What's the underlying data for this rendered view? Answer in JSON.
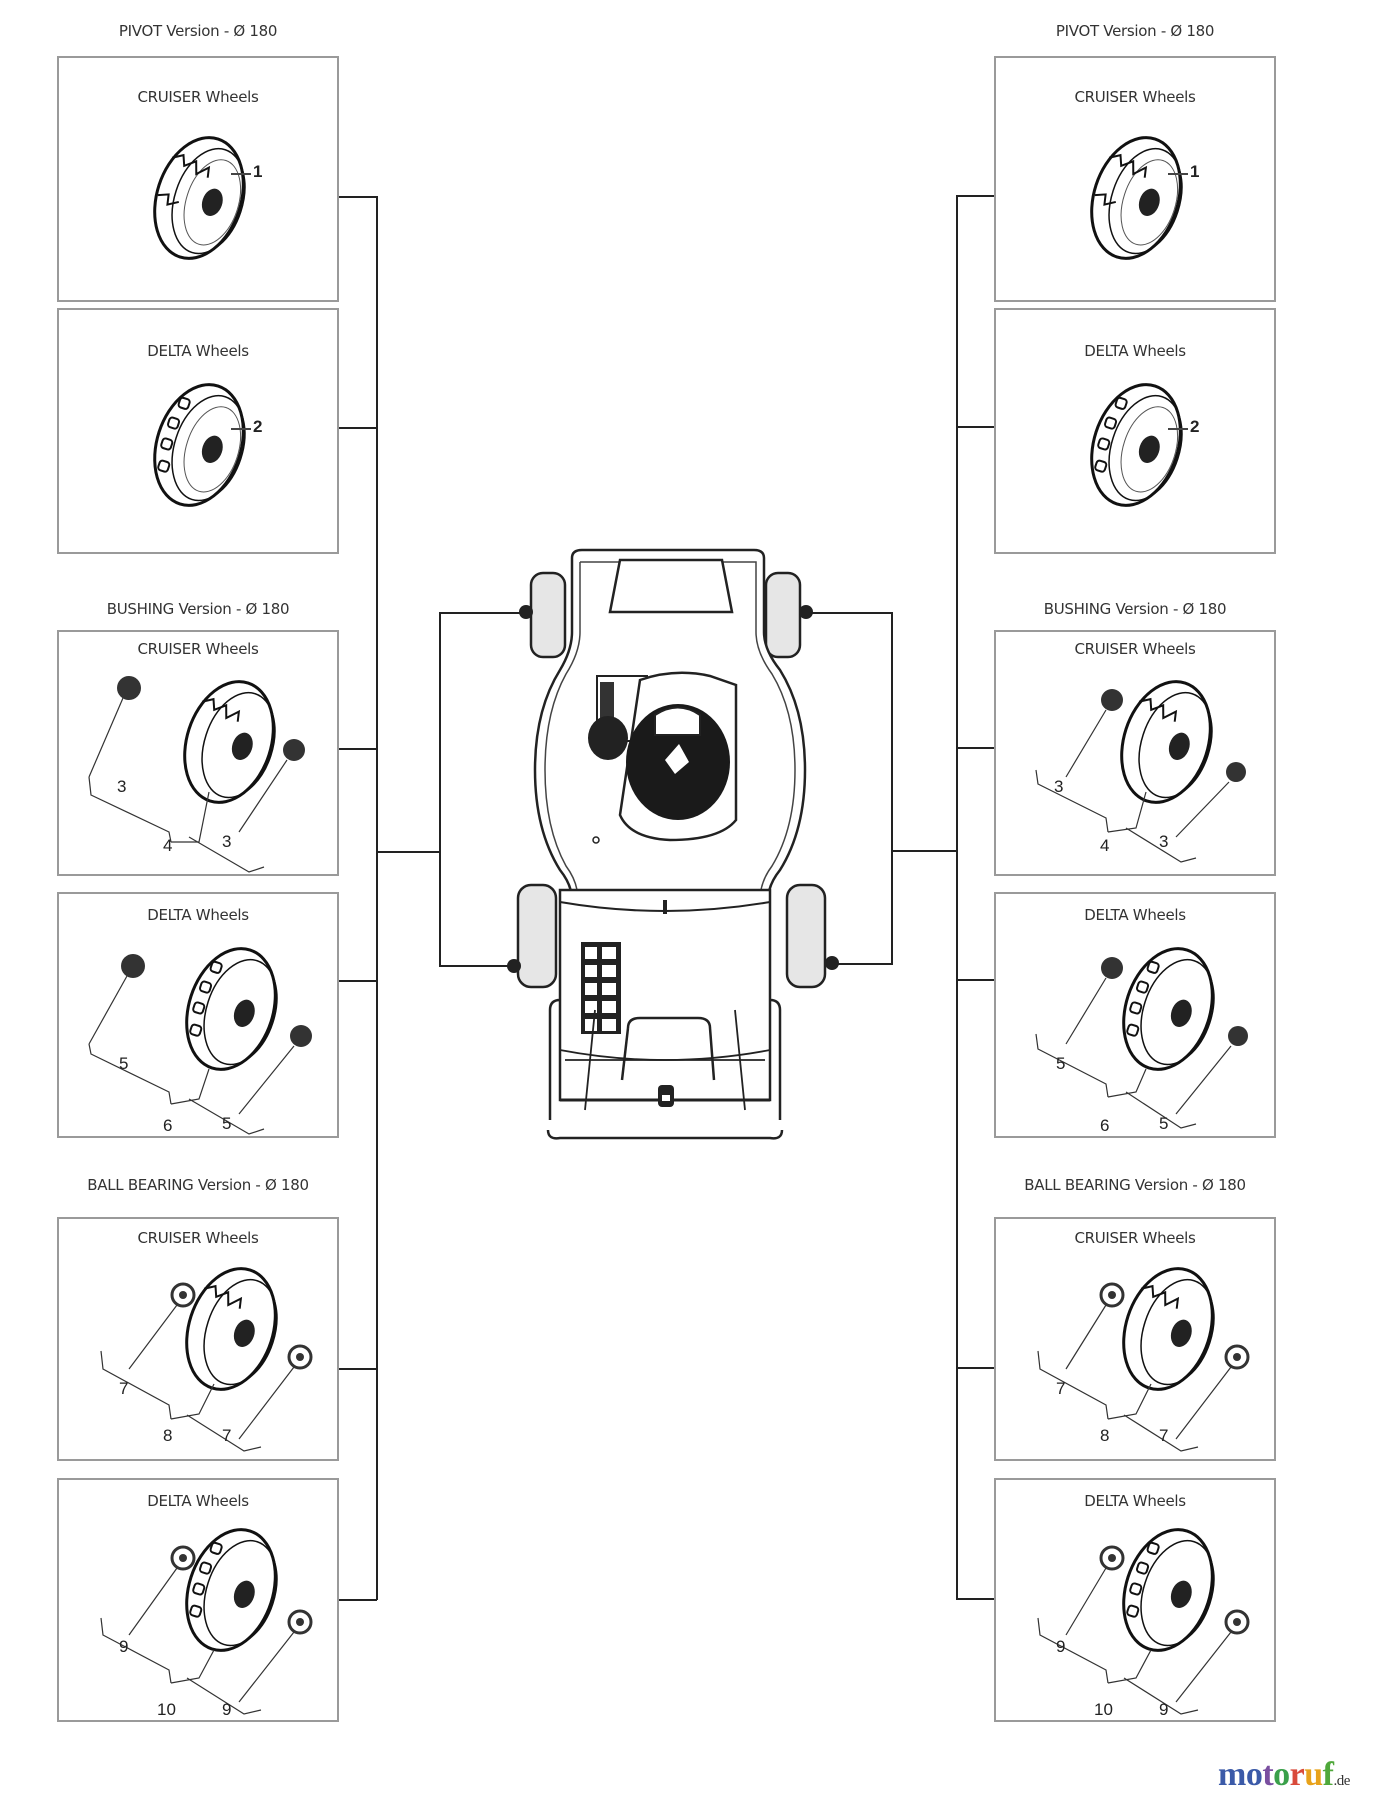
{
  "diagram": {
    "type": "exploded-parts-diagram",
    "subject": "lawn mower wheel options (top view)"
  },
  "left": {
    "sections": [
      {
        "title": "PIVOT Version - Ø 180",
        "panels": [
          {
            "title": "CRUISER Wheels",
            "style": "cruiser",
            "hub": "none",
            "callouts": [
              "1"
            ]
          },
          {
            "title": "DELTA Wheels",
            "style": "delta",
            "hub": "none",
            "callouts": [
              "2"
            ]
          }
        ]
      },
      {
        "title": "BUSHING Version - Ø 180",
        "panels": [
          {
            "title": "CRUISER Wheels",
            "style": "cruiser",
            "hub": "bushing",
            "callouts": [
              "3",
              "4",
              "3"
            ]
          },
          {
            "title": "DELTA Wheels",
            "style": "delta",
            "hub": "bushing",
            "callouts": [
              "5",
              "6",
              "5"
            ]
          }
        ]
      },
      {
        "title": "BALL BEARING Version - Ø 180",
        "panels": [
          {
            "title": "CRUISER Wheels",
            "style": "cruiser",
            "hub": "bearing",
            "callouts": [
              "7",
              "8",
              "7"
            ]
          },
          {
            "title": "DELTA Wheels",
            "style": "delta",
            "hub": "bearing",
            "callouts": [
              "9",
              "10",
              "9"
            ]
          }
        ]
      }
    ]
  },
  "right": {
    "sections": [
      {
        "title": "PIVOT Version - Ø 180",
        "panels": [
          {
            "title": "CRUISER Wheels",
            "style": "cruiser",
            "hub": "none",
            "callouts": [
              "1"
            ]
          },
          {
            "title": "DELTA Wheels",
            "style": "delta",
            "hub": "none",
            "callouts": [
              "2"
            ]
          }
        ]
      },
      {
        "title": "BUSHING Version - Ø 180",
        "panels": [
          {
            "title": "CRUISER Wheels",
            "style": "cruiser",
            "hub": "bushing",
            "callouts": [
              "3",
              "4",
              "3"
            ]
          },
          {
            "title": "DELTA Wheels",
            "style": "delta",
            "hub": "bushing",
            "callouts": [
              "5",
              "6",
              "5"
            ]
          }
        ]
      },
      {
        "title": "BALL BEARING Version - Ø 180",
        "panels": [
          {
            "title": "CRUISER Wheels",
            "style": "cruiser",
            "hub": "bearing",
            "callouts": [
              "7",
              "8",
              "7"
            ]
          },
          {
            "title": "DELTA Wheels",
            "style": "delta",
            "hub": "bearing",
            "callouts": [
              "9",
              "10",
              "9"
            ]
          }
        ]
      }
    ]
  },
  "center": {
    "label": "mower-top-view",
    "wheel_fill": "#e6e6e6"
  },
  "watermark": {
    "letters": [
      "m",
      "o",
      "t",
      "o",
      "r",
      "u",
      "f"
    ],
    "colors": [
      "#3b5aa8",
      "#3b5aa8",
      "#7a4fa0",
      "#3aa04a",
      "#d94a3a",
      "#e8a21a",
      "#4fa83a"
    ],
    "tld": ".de"
  },
  "colors": {
    "panel_border": "#9a9a9a",
    "connector": "#222222",
    "text": "#333333"
  }
}
